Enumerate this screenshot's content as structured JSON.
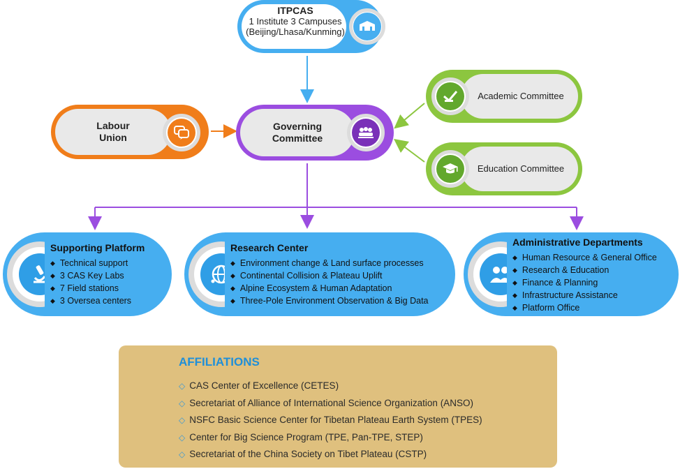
{
  "top": {
    "title": "ITPCAS",
    "line1": "1 Institute 3 Campuses",
    "line2": "(Beijing/Lhasa/Kunming)"
  },
  "labour_union": {
    "line1": "Labour",
    "line2": "Union"
  },
  "governing": {
    "line1": "Governing",
    "line2": "Committee"
  },
  "academic": {
    "label": "Academic Committee"
  },
  "education": {
    "label": "Education Committee"
  },
  "supporting": {
    "title": "Supporting Platform",
    "items": [
      "Technical support",
      "3 CAS Key Labs",
      "7 Field stations",
      "3 Oversea centers"
    ]
  },
  "research": {
    "title": "Research Center",
    "items": [
      "Environment change & Land surface processes",
      "Continental Collision & Plateau Uplift",
      "Alpine Ecosystem & Human Adaptation",
      "Three-Pole Environment Observation & Big Data"
    ]
  },
  "admin": {
    "title": "Administrative Departments",
    "items": [
      "Human Resource & General Office",
      "Research & Education",
      "Finance & Planning",
      "Infrastructure Assistance",
      "Platform Office"
    ]
  },
  "affiliations": {
    "title": "AFFILIATIONS",
    "items": [
      "CAS Center of Excellence (CETES)",
      "Secretariat of Alliance of  International Science Organization (ANSO)",
      "NSFC Basic Science Center for Tibetan Plateau Earth System (TPES)",
      "Center for Big Science Program (TPE, Pan-TPE, STEP)",
      "Secretariat of the China Society on Tibet Plateau (CSTP)"
    ]
  },
  "colors": {
    "blue": "#46aef0",
    "purple": "#9b4de0",
    "orange": "#f07d1a",
    "green": "#8cc63f",
    "affiliation_bg": "#dfc07e",
    "affiliation_title": "#1f8fd9"
  },
  "icons": {
    "top": "building-icon",
    "labour_union": "chat-bubbles-icon",
    "governing": "group-icon",
    "academic": "check-ticket-icon",
    "education": "graduation-cap-icon",
    "supporting": "microscope-icon",
    "research": "globe-network-icon",
    "admin": "people-icon"
  }
}
